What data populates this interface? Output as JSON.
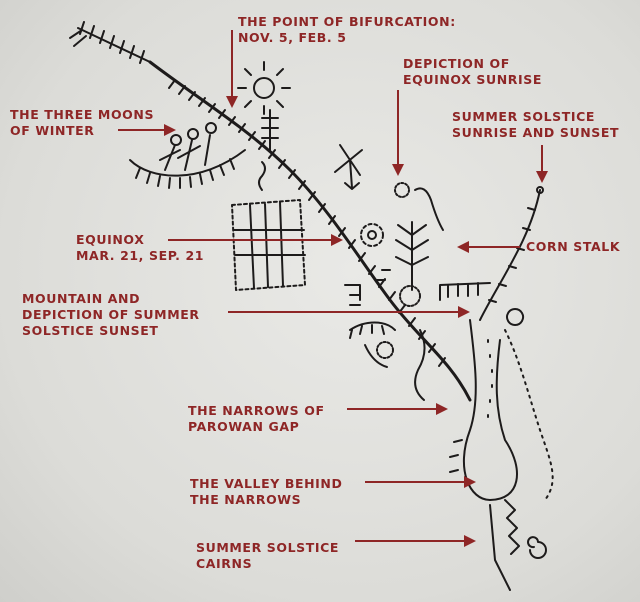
{
  "labels": {
    "bifurcation": [
      "THE POINT OF BIFURCATION:",
      "NOV. 5, FEB. 5"
    ],
    "equinox_sunrise": [
      "DEPICTION OF",
      "EQUINOX SUNRISE"
    ],
    "three_moons": [
      "THE THREE MOONS",
      "OF WINTER"
    ],
    "summer_solstice_rise_set": [
      "SUMMER SOLSTICE",
      "SUNRISE AND SUNSET"
    ],
    "equinox": [
      "EQUINOX",
      "MAR. 21, SEP. 21"
    ],
    "corn_stalk": [
      "CORN STALK"
    ],
    "mountain": [
      "MOUNTAIN AND",
      "DEPICTION OF SUMMER",
      "SOLSTICE SUNSET"
    ],
    "narrows": [
      "THE NARROWS OF",
      "PAROWAN GAP"
    ],
    "valley": [
      "THE VALLEY BEHIND",
      "THE NARROWS"
    ],
    "cairns": [
      "SUMMER SOLSTICE",
      "CAIRNS"
    ]
  },
  "colors": {
    "label": "#8e2626",
    "ink": "#1d1b1b",
    "background": "#dcdcd9"
  }
}
